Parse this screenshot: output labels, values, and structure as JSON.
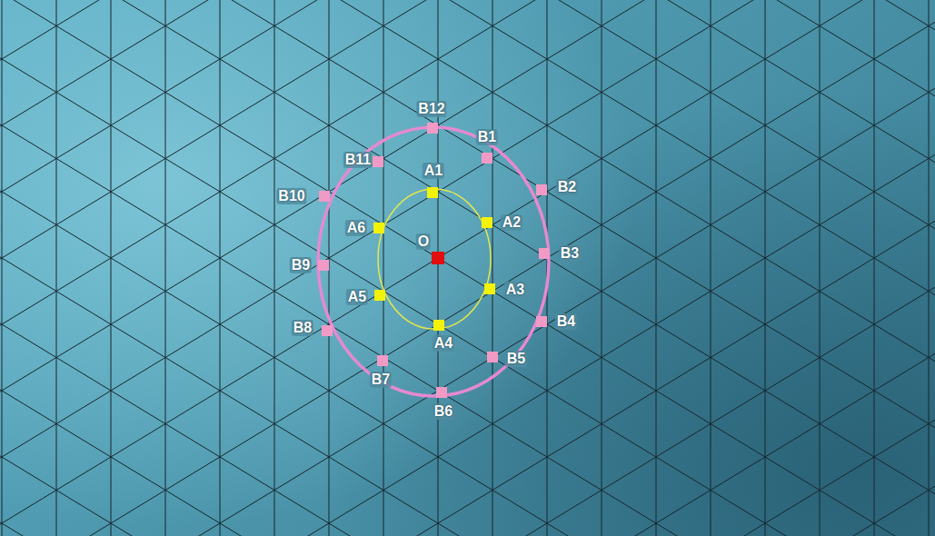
{
  "diagram": {
    "labels": [
      "B12",
      "B1",
      "B11",
      "A1",
      "B10",
      "B2",
      "A6",
      "A2",
      "O",
      "B3",
      "B9",
      "A3",
      "A5",
      "B4",
      "B8",
      "A4",
      "B5",
      "B7",
      "B6"
    ]
  }
}
